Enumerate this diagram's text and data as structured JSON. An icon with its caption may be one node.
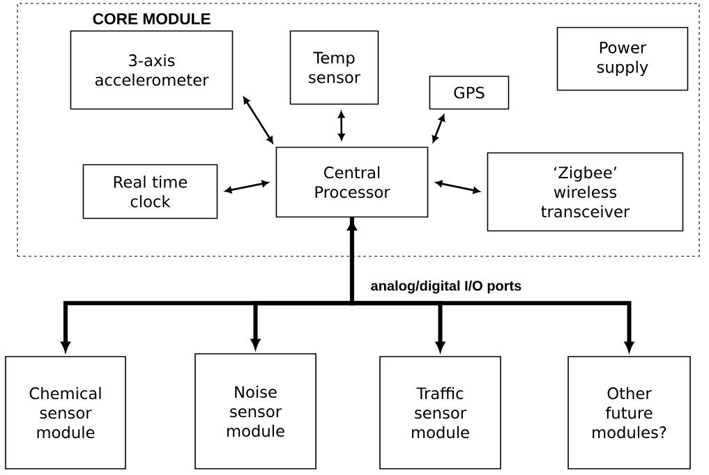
{
  "diagram": {
    "nodes": [
      {
        "text": [
          "CORE MODULE"
        ]
      },
      {
        "text": [
          "3-axis accelerometer"
        ],
        "in": 0
      },
      {
        "text": [
          "Temp sensor"
        ],
        "in": 0
      },
      {
        "text": [
          "GPS"
        ],
        "in": 0
      },
      {
        "text": [
          "Power supply"
        ],
        "in": 0
      },
      {
        "text": [
          "Real time clock"
        ],
        "in": 0
      },
      {
        "text": [
          "Central Processor"
        ],
        "in": 0
      },
      {
        "text": [
          "‘Zigbee’ wireless transceiver"
        ],
        "in": 0
      },
      {
        "text": [
          "Chemical sensor module"
        ]
      },
      {
        "text": [
          "Noise sensor module"
        ]
      },
      {
        "text": [
          "Traffic sensor module"
        ]
      },
      {
        "text": [
          "Other future modules?"
        ]
      }
    ],
    "edges": [
      {
        "from": 1,
        "to": 6,
        "arrow": "both"
      },
      {
        "from": 2,
        "to": 6,
        "arrow": "both"
      },
      {
        "from": 3,
        "to": 6,
        "arrow": "both"
      },
      {
        "from": 5,
        "to": 6,
        "arrow": "both"
      },
      {
        "from": 6,
        "to": 7,
        "arrow": "both"
      },
      {
        "from": 6,
        "to": 8,
        "arrow": "both",
        "style": "thick"
      },
      {
        "from": 6,
        "to": 9,
        "arrow": "to",
        "style": "thick"
      },
      {
        "from": 6,
        "to": 10,
        "arrow": "to",
        "style": "thick"
      },
      {
        "from": 6,
        "to": 11,
        "arrow": "to",
        "style": "thick"
      }
    ],
    "labels": [
      "analog/digital I/O ports"
    ]
  }
}
